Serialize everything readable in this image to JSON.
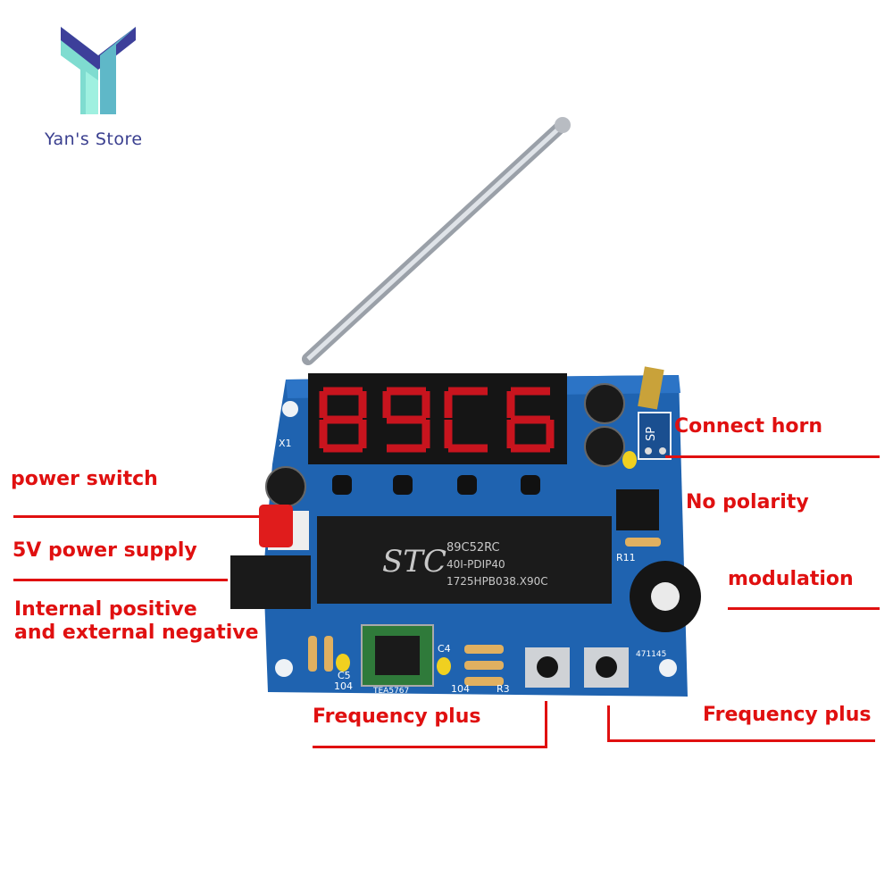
{
  "brand": {
    "name": "Yan's Store"
  },
  "board": {
    "chip_brand": "STC",
    "chip_model": "89C52RC",
    "chip_line2": "40I-PDIP40",
    "chip_line3": "1725HPB038.X90C",
    "silk_sp": "SP",
    "silk_x1": "X1",
    "silk_c5": "C5",
    "silk_104a": "104",
    "silk_c4": "C4",
    "silk_104b": "104",
    "silk_r3": "R3",
    "silk_r11": "R11",
    "silk_tea": "TEA5767",
    "silk_code": "471145",
    "colors": {
      "pcb": "#1f63b0",
      "label": "#e01010",
      "display": "#c8141e"
    }
  },
  "labels": {
    "power_switch": "power switch",
    "power_supply": "5V power supply",
    "polarity_line1": "Internal positive",
    "polarity_line2": "and external negative",
    "connect_horn": "Connect horn",
    "no_polarity": "No polarity",
    "modulation": "modulation",
    "freq_plus_left": "Frequency plus",
    "freq_plus_right": "Frequency plus"
  }
}
